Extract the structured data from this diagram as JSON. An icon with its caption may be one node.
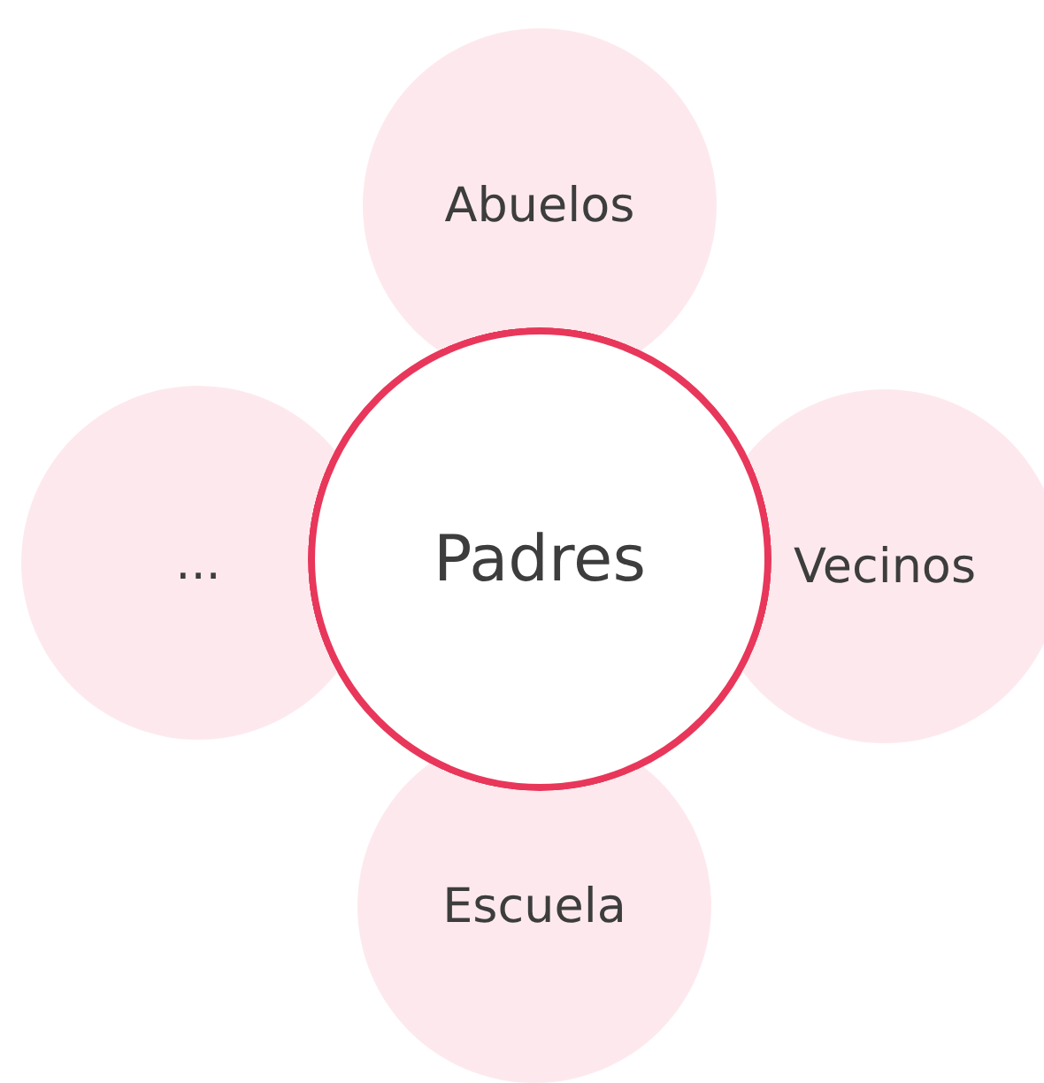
{
  "diagram": {
    "nodes": [
      {
        "text": [
          "Abuelos"
        ]
      },
      {
        "text": [
          "..."
        ]
      },
      {
        "text": [
          "Padres"
        ]
      },
      {
        "text": [
          "Vecinos"
        ]
      },
      {
        "text": [
          "Escuela"
        ]
      }
    ]
  }
}
